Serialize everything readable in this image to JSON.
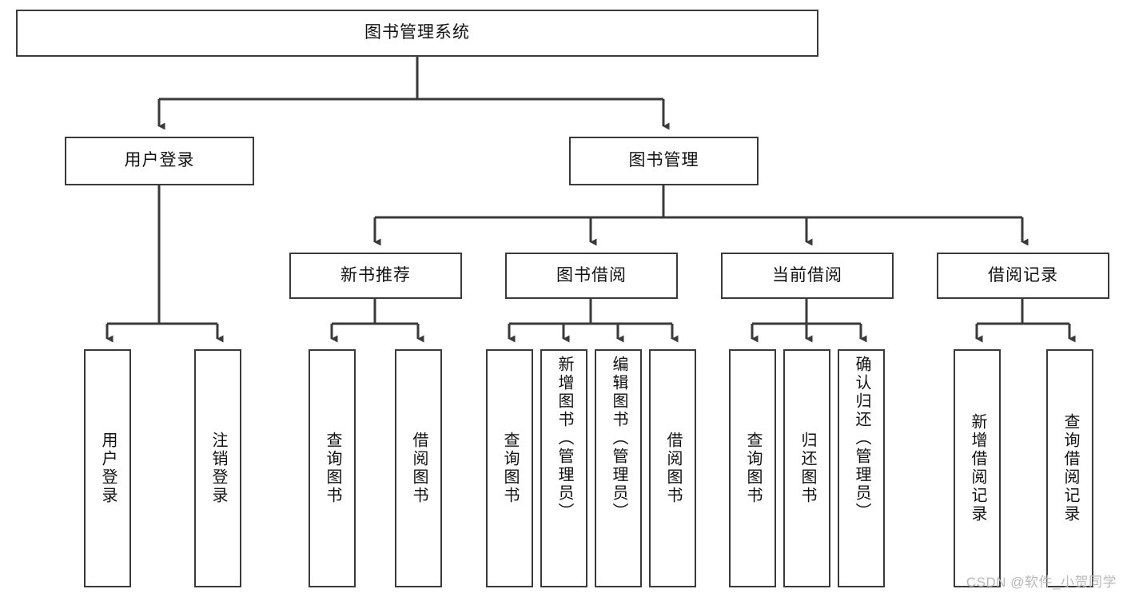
{
  "diagram": {
    "type": "tree-hierarchy",
    "title": "图书管理系统",
    "background_color": "#ffffff",
    "line_color": "#3a3a3a",
    "box_border_color": "#3a3a3a",
    "box_fill_color": "#ffffff",
    "text_color": "#111111"
  },
  "nodes": {
    "root": {
      "label": "图书管理系统",
      "level": 1
    },
    "level2": [
      {
        "label": "用户登录",
        "level": 2
      },
      {
        "label": "图书管理",
        "level": 2
      }
    ],
    "level3": [
      {
        "label": "新书推荐",
        "level": 3
      },
      {
        "label": "图书借阅",
        "level": 3
      },
      {
        "label": "当前借阅",
        "level": 3
      },
      {
        "label": "借阅记录",
        "level": 3
      }
    ],
    "leaves": {
      "user_login": [
        {
          "label": "用户登录"
        },
        {
          "label": "注销登录"
        }
      ],
      "new_book_recommend": [
        {
          "label": "查询图书"
        },
        {
          "label": "借阅图书"
        }
      ],
      "book_borrow": [
        {
          "label": "查询图书"
        },
        {
          "label": "新增图书（管理员）"
        },
        {
          "label": "编辑图书（管理员）"
        },
        {
          "label": "借阅图书"
        }
      ],
      "current_borrow": [
        {
          "label": "查询图书"
        },
        {
          "label": "归还图书"
        },
        {
          "label": "确认归还（管理员）"
        }
      ],
      "borrow_record": [
        {
          "label": "新增借阅记录"
        },
        {
          "label": "查询借阅记录"
        }
      ]
    }
  },
  "watermark": {
    "text": "CSDN @软件_小贺同学"
  }
}
